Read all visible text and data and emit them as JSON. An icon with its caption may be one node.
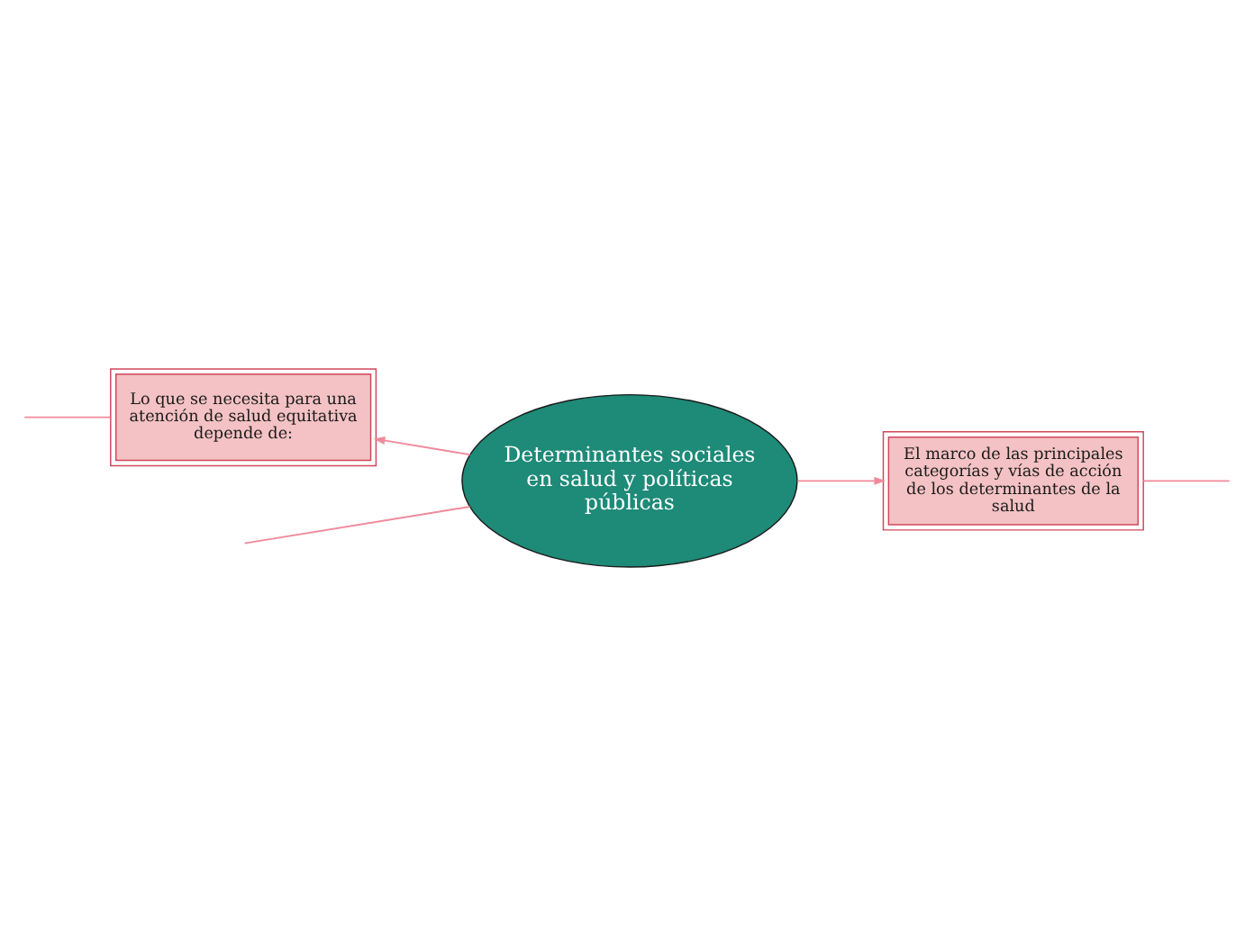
{
  "diagram": {
    "nodes": [
      {
        "text": [
          "Determinantes sociales en salud y políticas públicas"
        ]
      },
      {
        "text": [
          "El marco de las principales categorías y vías de acción de los determinantes de la salud"
        ]
      },
      {
        "text": [
          "Lo que se necesita para una atención de salud equitativa depende de:"
        ]
      }
    ],
    "edges": [
      {
        "from": null,
        "to": 0,
        "arrow": "none"
      },
      {
        "from": 0,
        "to": 1,
        "arrow": "to"
      },
      {
        "from": 0,
        "to": 2,
        "arrow": "to"
      },
      {
        "from": 1,
        "to": null,
        "arrow": "none"
      },
      {
        "from": 2,
        "to": null,
        "arrow": "none"
      }
    ]
  }
}
